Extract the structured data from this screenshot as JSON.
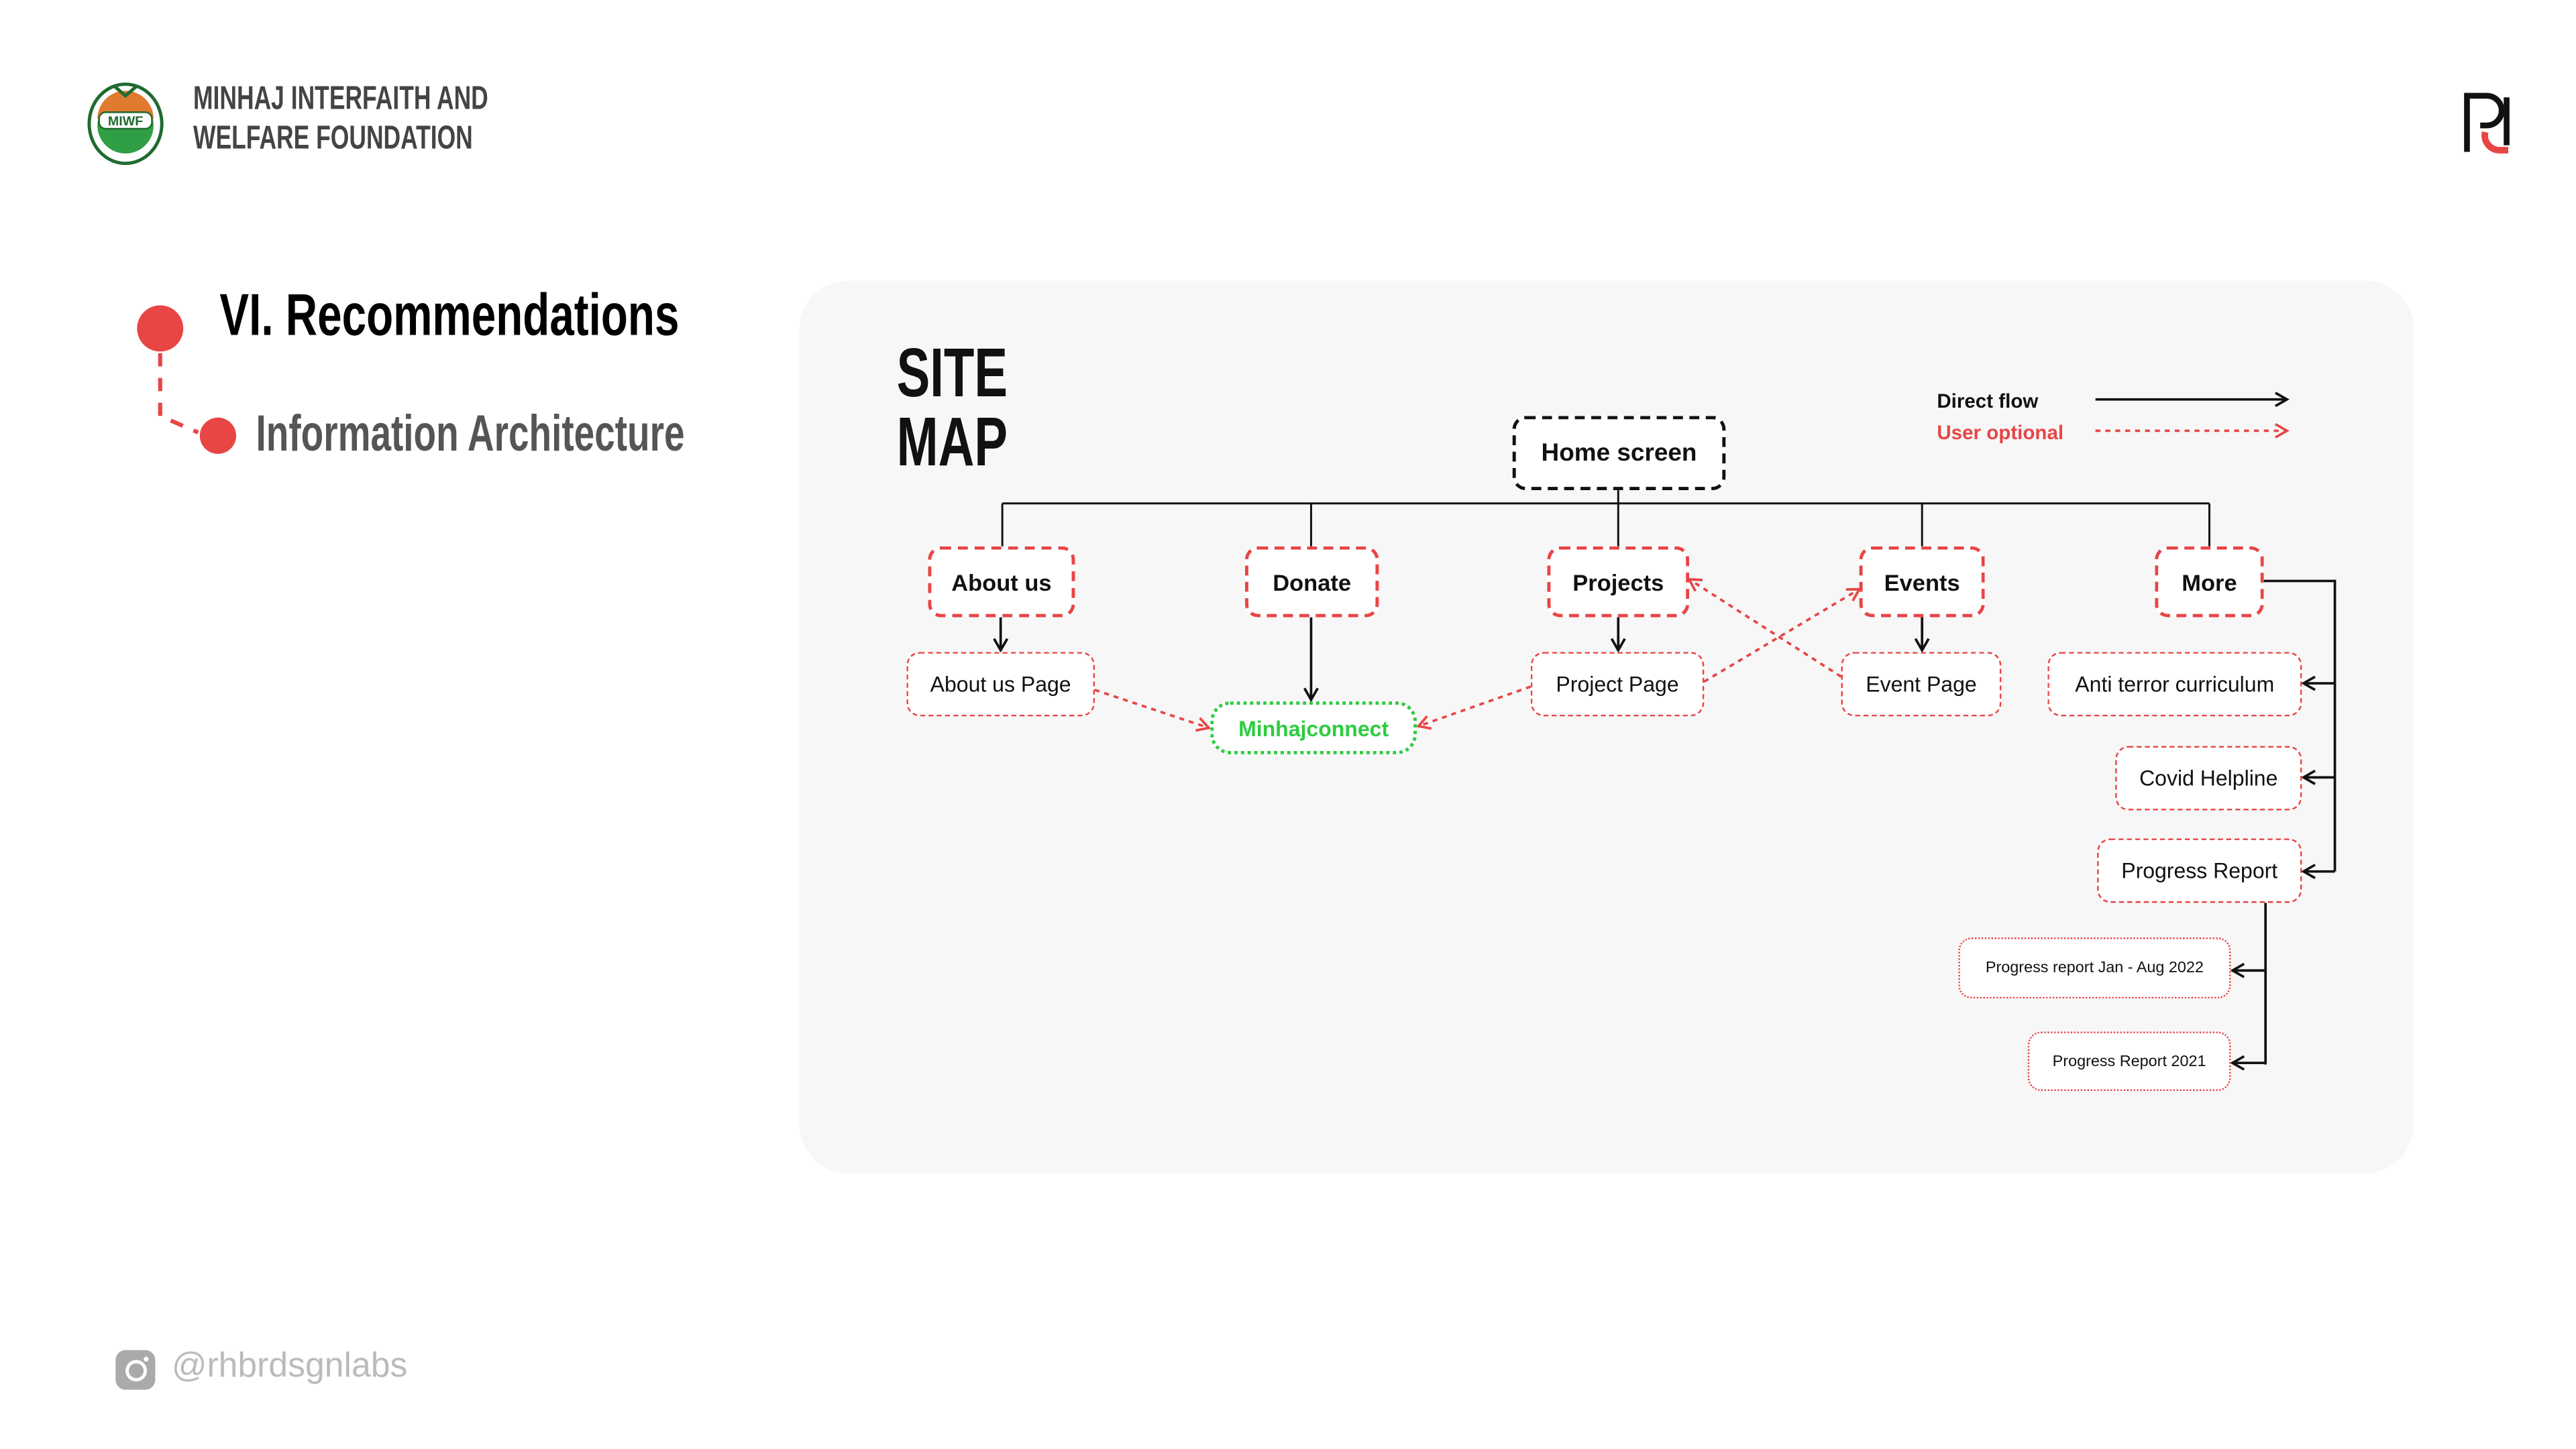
{
  "header": {
    "org_line1": "MINHAJ INTERFAITH AND",
    "org_line2": "WELFARE FOUNDATION",
    "logo_text": "MIWF",
    "brand_mark": "RL"
  },
  "section": {
    "title": "VI. Recommendations",
    "subtitle": "Information Architecture"
  },
  "sitemap": {
    "title_line1": "SITE",
    "title_line2": "MAP",
    "legend": {
      "direct": "Direct flow",
      "optional": "User optional"
    },
    "home": "Home screen",
    "top": [
      "About us",
      "Donate",
      "Projects",
      "Events",
      "More"
    ],
    "pages": [
      "About us Page",
      "Project Page",
      "Event Page"
    ],
    "minhaj": "Minhajconnect",
    "more_items": [
      "Anti terror curriculum",
      "Covid Helpline",
      "Progress Report"
    ],
    "progress_items": [
      "Progress report Jan - Aug 2022",
      "Progress Report 2021"
    ]
  },
  "colors": {
    "accent": "#e84545",
    "green": "#2ecc40"
  },
  "footer": {
    "handle": "@rhbrdsgnlabs",
    "icon": "instagram-icon"
  }
}
